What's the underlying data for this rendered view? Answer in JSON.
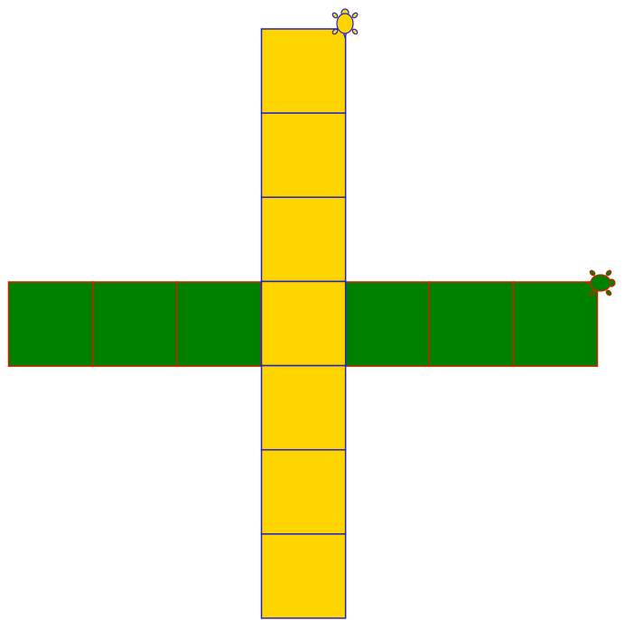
{
  "canvas": {
    "background": "#ffffff"
  },
  "horizontal_row": {
    "square_count": 7,
    "fill_color": "#008000",
    "stroke_color": "#cc2200"
  },
  "vertical_column": {
    "square_count": 7,
    "fill_color": "#ffd500",
    "stroke_color": "#2222cc"
  },
  "turtles": [
    {
      "name": "yellow-turtle-icon",
      "fill_color": "#ffd500",
      "stroke_color": "#2222cc",
      "heading": "up"
    },
    {
      "name": "green-turtle-icon",
      "fill_color": "#008000",
      "stroke_color": "#cc2200",
      "heading": "right"
    }
  ]
}
